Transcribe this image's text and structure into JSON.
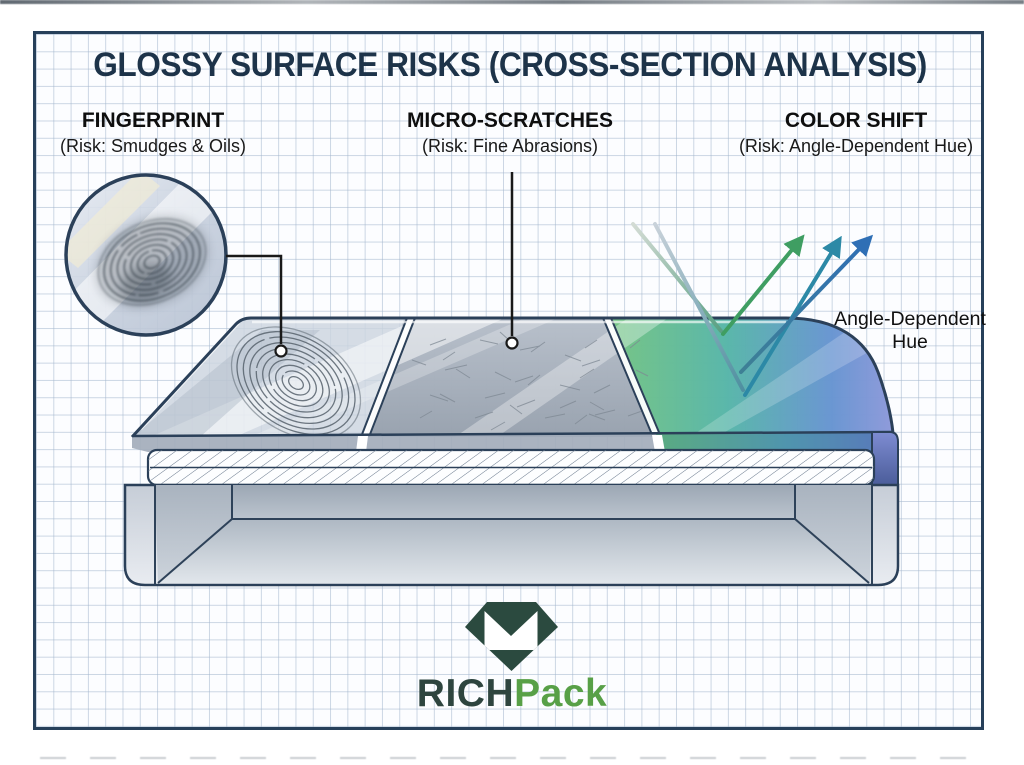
{
  "title": "GLOSSY SURFACE RISKS (CROSS-SECTION ANALYSIS)",
  "risk_labels": [
    {
      "name": "FINGERPRINT",
      "risk": "(Risk: Smudges & Oils)"
    },
    {
      "name": "MICRO-SCRATCHES",
      "risk": "(Risk: Fine Abrasions)"
    },
    {
      "name": "COLOR SHIFT",
      "risk": "(Risk: Angle-Dependent Hue)"
    }
  ],
  "annotation": {
    "line1": "Angle-Dependent",
    "line2": "Hue"
  },
  "logo": {
    "text_primary": "RICH",
    "text_secondary": "Pack"
  },
  "colors": {
    "frame_border": "#27405a",
    "title": "#1d3349",
    "labels": "#111111",
    "slab_outline": "#2b4059",
    "glass_panel": "#c9d1dd",
    "scratch_panel": "#9aa1ad",
    "shift_green": "#5fbc72",
    "shift_teal": "#45b2a0",
    "shift_blue": "#5f8fd0",
    "shift_violet": "#8a94da",
    "arrow_green": "#3f9e62",
    "arrow_teal": "#2c89a6",
    "arrow_blue": "#2f6fb5",
    "logo_dark_green": "#2b4a3f",
    "logo_light_green": "#58a047"
  }
}
